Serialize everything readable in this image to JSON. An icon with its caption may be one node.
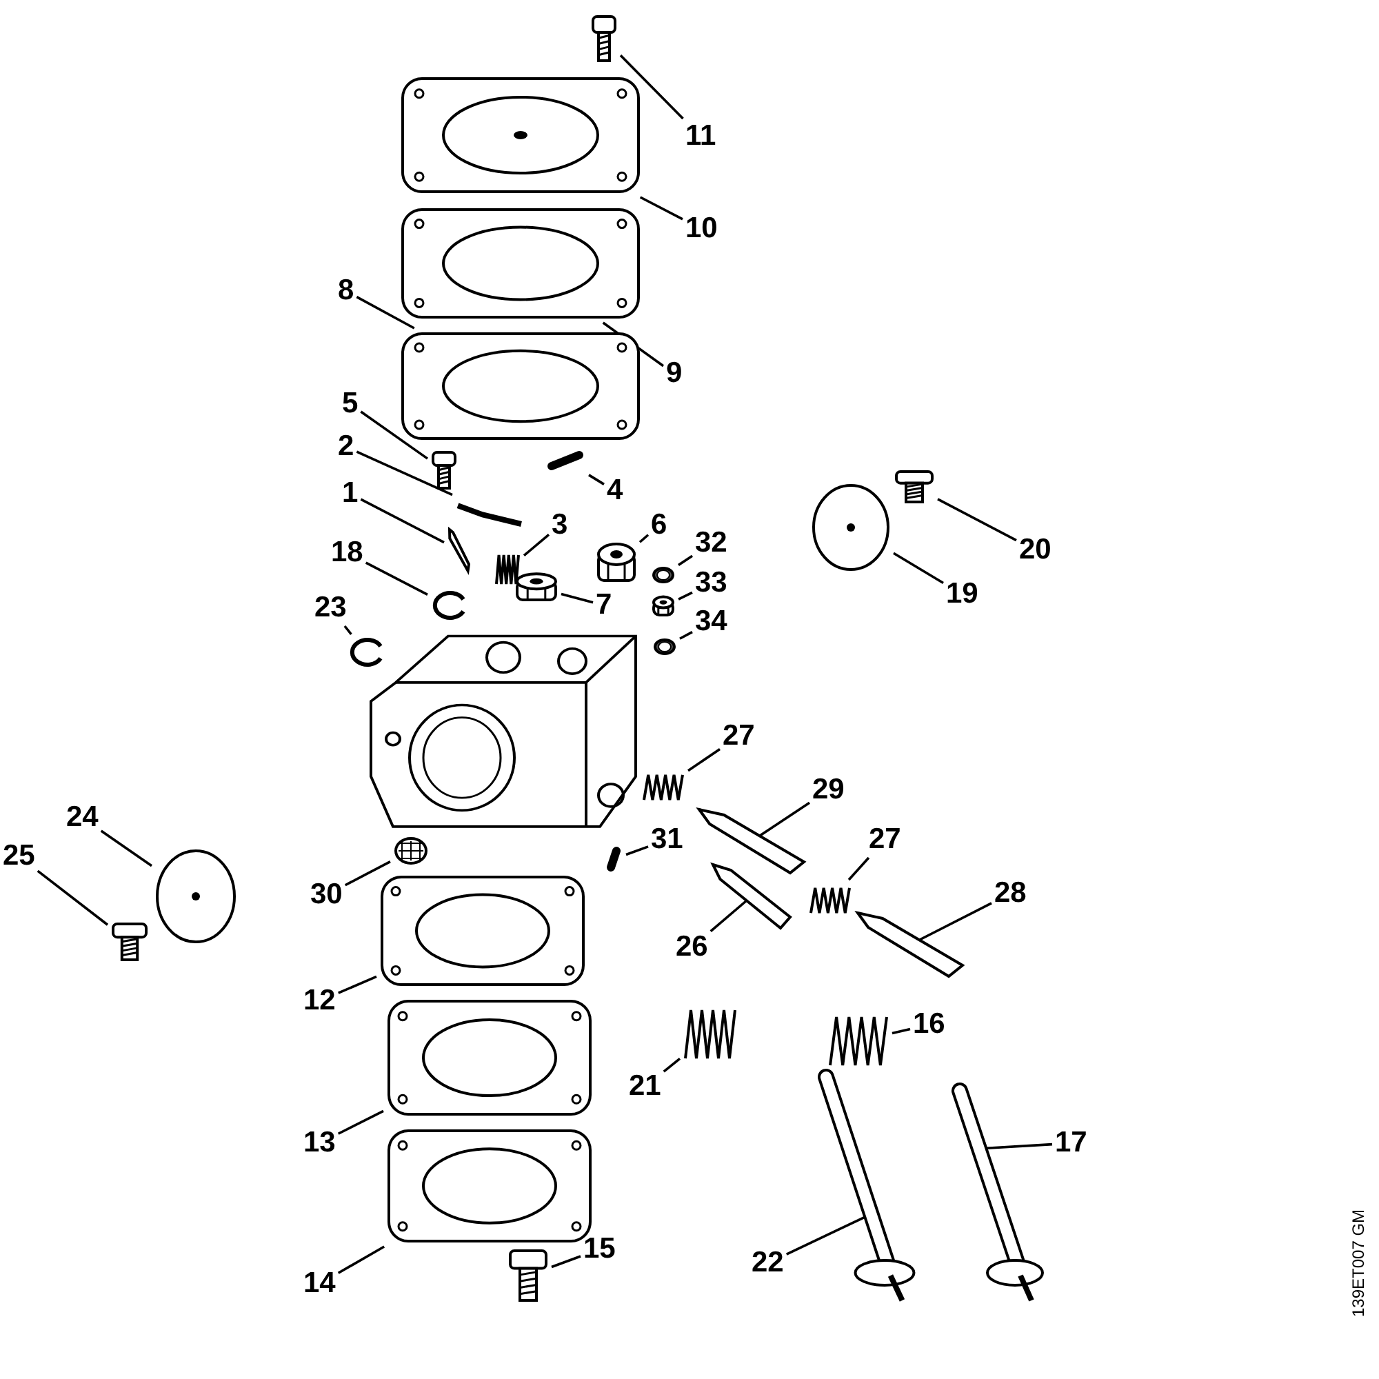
{
  "diagram": {
    "nodes": [
      {
        "text": [
          "11"
        ]
      },
      {
        "text": [],
        "shape": "picture"
      },
      {
        "text": [
          "10"
        ]
      },
      {
        "text": [],
        "shape": "picture"
      },
      {
        "text": [
          "9"
        ]
      },
      {
        "text": [],
        "shape": "picture"
      },
      {
        "text": [
          "8"
        ]
      },
      {
        "text": [],
        "shape": "picture"
      },
      {
        "text": [
          "5"
        ]
      },
      {
        "text": [],
        "shape": "picture"
      },
      {
        "text": [
          "4"
        ]
      },
      {
        "text": [],
        "shape": "picture"
      },
      {
        "text": [
          "2"
        ]
      },
      {
        "text": [],
        "shape": "picture"
      },
      {
        "text": [
          "1"
        ]
      },
      {
        "text": [],
        "shape": "picture"
      },
      {
        "text": [
          "3"
        ]
      },
      {
        "text": [],
        "shape": "picture"
      },
      {
        "text": [
          "6"
        ]
      },
      {
        "text": [],
        "shape": "picture"
      },
      {
        "text": [
          "32"
        ]
      },
      {
        "text": [],
        "shape": "picture"
      },
      {
        "text": [
          "7"
        ]
      },
      {
        "text": [],
        "shape": "picture"
      },
      {
        "text": [
          "33"
        ]
      },
      {
        "text": [],
        "shape": "picture"
      },
      {
        "text": [
          "18"
        ]
      },
      {
        "text": [],
        "shape": "picture"
      },
      {
        "text": [
          "34"
        ]
      },
      {
        "text": [],
        "shape": "picture"
      },
      {
        "text": [
          "23"
        ]
      },
      {
        "text": [],
        "shape": "picture"
      },
      {
        "text": [
          "20"
        ]
      },
      {
        "text": [],
        "shape": "picture"
      },
      {
        "text": [
          "19"
        ]
      },
      {
        "text": [],
        "shape": "picture"
      },
      {
        "text": [
          "27"
        ]
      },
      {
        "text": [],
        "shape": "picture"
      },
      {
        "text": [
          "29"
        ]
      },
      {
        "text": [],
        "shape": "picture"
      },
      {
        "text": [
          "31"
        ]
      },
      {
        "text": [],
        "shape": "picture"
      },
      {
        "text": [
          "24"
        ]
      },
      {
        "text": [],
        "shape": "picture"
      },
      {
        "text": [
          "25"
        ]
      },
      {
        "text": [],
        "shape": "picture"
      },
      {
        "text": [
          "30"
        ]
      },
      {
        "text": [],
        "shape": "picture"
      },
      {
        "text": [
          "26"
        ]
      },
      {
        "text": [],
        "shape": "picture"
      },
      {
        "text": [
          "27"
        ]
      },
      {
        "text": [],
        "shape": "picture"
      },
      {
        "text": [
          "28"
        ]
      },
      {
        "text": [],
        "shape": "picture"
      },
      {
        "text": [
          "12"
        ]
      },
      {
        "text": [],
        "shape": "picture"
      },
      {
        "text": [
          "21"
        ]
      },
      {
        "text": [],
        "shape": "picture"
      },
      {
        "text": [
          "16"
        ]
      },
      {
        "text": [],
        "shape": "picture"
      },
      {
        "text": [
          "13"
        ]
      },
      {
        "text": [],
        "shape": "picture"
      },
      {
        "text": [
          "17"
        ]
      },
      {
        "text": [],
        "shape": "picture"
      },
      {
        "text": [
          "22"
        ]
      },
      {
        "text": [],
        "shape": "picture"
      },
      {
        "text": [
          "14"
        ]
      },
      {
        "text": [],
        "shape": "picture"
      },
      {
        "text": [
          "15"
        ]
      },
      {
        "text": [],
        "shape": "picture"
      }
    ],
    "edges": [
      {
        "from": 0,
        "to": 1,
        "arrow": "none"
      },
      {
        "from": 2,
        "to": 3,
        "arrow": "none"
      },
      {
        "from": 4,
        "to": 5,
        "arrow": "none"
      },
      {
        "from": 6,
        "to": 7,
        "arrow": "none"
      },
      {
        "from": 8,
        "to": 9,
        "arrow": "none"
      },
      {
        "from": 10,
        "to": 11,
        "arrow": "none"
      },
      {
        "from": 12,
        "to": 13,
        "arrow": "none"
      },
      {
        "from": 14,
        "to": 15,
        "arrow": "none"
      },
      {
        "from": 16,
        "to": 17,
        "arrow": "none"
      },
      {
        "from": 18,
        "to": 19,
        "arrow": "none"
      },
      {
        "from": 20,
        "to": 21,
        "arrow": "none"
      },
      {
        "from": 22,
        "to": 23,
        "arrow": "none"
      },
      {
        "from": 24,
        "to": 25,
        "arrow": "none"
      },
      {
        "from": 26,
        "to": 27,
        "arrow": "none"
      },
      {
        "from": 28,
        "to": 29,
        "arrow": "none"
      },
      {
        "from": 30,
        "to": 31,
        "arrow": "none"
      },
      {
        "from": 32,
        "to": 33,
        "arrow": "none"
      },
      {
        "from": 34,
        "to": 35,
        "arrow": "none"
      },
      {
        "from": 36,
        "to": 37,
        "arrow": "none"
      },
      {
        "from": 38,
        "to": 39,
        "arrow": "none"
      },
      {
        "from": 40,
        "to": 41,
        "arrow": "none"
      },
      {
        "from": 42,
        "to": 43,
        "arrow": "none"
      },
      {
        "from": 44,
        "to": 45,
        "arrow": "none"
      },
      {
        "from": 46,
        "to": 47,
        "arrow": "none"
      },
      {
        "from": 48,
        "to": 49,
        "arrow": "none"
      },
      {
        "from": 50,
        "to": 51,
        "arrow": "none"
      },
      {
        "from": 52,
        "to": 53,
        "arrow": "none"
      },
      {
        "from": 54,
        "to": 55,
        "arrow": "none"
      },
      {
        "from": 56,
        "to": 57,
        "arrow": "none"
      },
      {
        "from": 58,
        "to": 59,
        "arrow": "none"
      },
      {
        "from": 60,
        "to": 61,
        "arrow": "none"
      },
      {
        "from": 62,
        "to": 63,
        "arrow": "none"
      },
      {
        "from": 64,
        "to": 65,
        "arrow": "none"
      },
      {
        "from": 66,
        "to": 67,
        "arrow": "none"
      },
      {
        "from": 68,
        "to": 69,
        "arrow": "none"
      }
    ],
    "labels": [
      "139ET007 GM"
    ]
  }
}
